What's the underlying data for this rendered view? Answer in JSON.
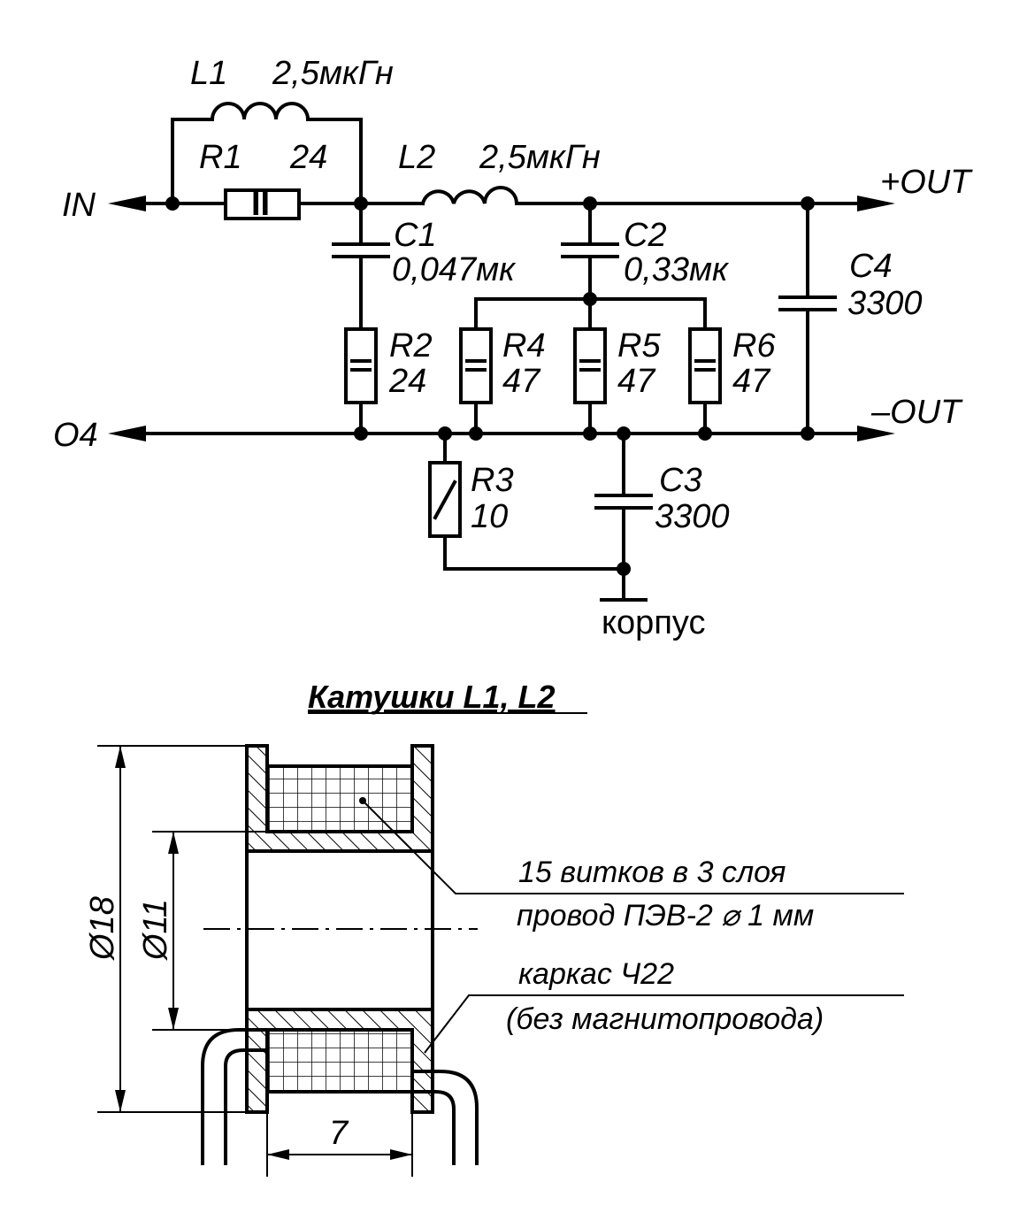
{
  "schematic": {
    "in_label": "IN",
    "gnd_port_label": "O4",
    "pos_out_label": "+OUT",
    "neg_out_label": "–OUT",
    "case_label": "корпус",
    "L1": {
      "ref": "L1",
      "value": "2,5мкГн"
    },
    "L2": {
      "ref": "L2",
      "value": "2,5мкГн"
    },
    "R1": {
      "ref": "R1",
      "value": "24",
      "marking": "II"
    },
    "R2": {
      "ref": "R2",
      "value": "24"
    },
    "R3": {
      "ref": "R3",
      "value": "10"
    },
    "R4": {
      "ref": "R4",
      "value": "47"
    },
    "R5": {
      "ref": "R5",
      "value": "47"
    },
    "R6": {
      "ref": "R6",
      "value": "47"
    },
    "C1": {
      "ref": "C1",
      "value": "0,047мк"
    },
    "C2": {
      "ref": "C2",
      "value": "0,33мк"
    },
    "C3": {
      "ref": "C3",
      "value": "3300"
    },
    "C4": {
      "ref": "C4",
      "value": "3300"
    }
  },
  "coil": {
    "title": "Катушки L1, L2",
    "dim_outer": "Ø18",
    "dim_inner": "Ø11",
    "dim_width": "7",
    "winding_note_1": "15 витков в 3 слоя",
    "winding_note_2": "провод ПЭВ-2  ⌀ 1 мм",
    "frame_note_1": "каркас Ч22",
    "frame_note_2": "(без магнитопровода)"
  }
}
